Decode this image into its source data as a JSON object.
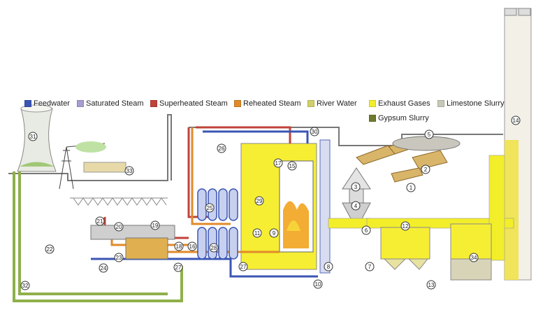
{
  "legend": {
    "items": [
      {
        "label": "Feedwater",
        "color": "#3a55b4"
      },
      {
        "label": "Saturated Steam",
        "color": "#a99ccf"
      },
      {
        "label": "Superheated Steam",
        "color": "#c0423a"
      },
      {
        "label": "Reheated Steam",
        "color": "#e08a2a"
      },
      {
        "label": "River Water",
        "color": "#d2cf6a"
      },
      {
        "label": "Exhaust Gases",
        "color": "#f3ee2a"
      },
      {
        "label": "Limestone Slurry",
        "color": "#c8c8b8"
      },
      {
        "label": "Gypsum Slurry",
        "color": "#6f7a2c"
      }
    ]
  },
  "callouts": [
    "1",
    "2",
    "3",
    "4",
    "5",
    "6",
    "7",
    "8",
    "9",
    "10",
    "11",
    "12",
    "13",
    "14",
    "15",
    "16",
    "17",
    "18",
    "19",
    "20",
    "21",
    "22",
    "23",
    "24",
    "25",
    "26",
    "27",
    "27",
    "28",
    "29",
    "30",
    "31",
    "32",
    "33",
    "34"
  ]
}
